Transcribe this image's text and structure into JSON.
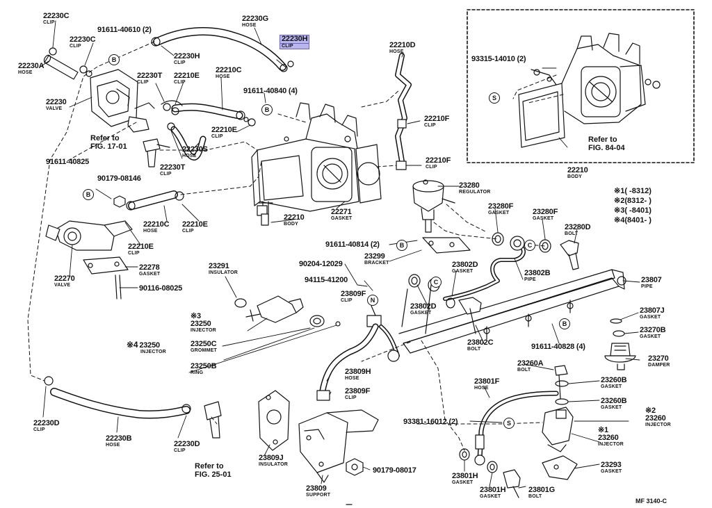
{
  "labels": {
    "l22230C_a": {
      "num": "22230C",
      "sub": "CLIP"
    },
    "l91611_40610": {
      "num": "91611-40610 (2)",
      "sub": ""
    },
    "l22230C_b": {
      "num": "22230C",
      "sub": "CLIP"
    },
    "l22230A": {
      "num": "22230A",
      "sub": "HOSE"
    },
    "l22230G": {
      "num": "22230G",
      "sub": "HOSE"
    },
    "l22230H_a": {
      "num": "22230H",
      "sub": "CLIP"
    },
    "l22230H_b": {
      "num": "22230H",
      "sub": "CLIP"
    },
    "l22230T_a": {
      "num": "22230T",
      "sub": "CLIP"
    },
    "l22210E_a": {
      "num": "22210E",
      "sub": "CLIP"
    },
    "l22210C_a": {
      "num": "22210C",
      "sub": "HOSE"
    },
    "l22230": {
      "num": "22230",
      "sub": "VALVE"
    },
    "l91611_40840": {
      "num": "91611-40840 (4)",
      "sub": ""
    },
    "l22210E_b": {
      "num": "22210E",
      "sub": "CLIP"
    },
    "l22230S": {
      "num": "22230S",
      "sub": "HOSE"
    },
    "l22230T_b": {
      "num": "22230T",
      "sub": "CLIP"
    },
    "l22210D": {
      "num": "22210D",
      "sub": "HOSE"
    },
    "l22210F_a": {
      "num": "22210F",
      "sub": "CLIP"
    },
    "l22210F_b": {
      "num": "22210F",
      "sub": "CLIP"
    },
    "l93315": {
      "num": "93315-14010 (2)",
      "sub": ""
    },
    "l22210_box": {
      "num": "22210",
      "sub": "BODY"
    },
    "l91611_40825": {
      "num": "91611-40825",
      "sub": ""
    },
    "l90179_08146": {
      "num": "90179-08146",
      "sub": ""
    },
    "l22210C_b": {
      "num": "22210C",
      "sub": "HOSE"
    },
    "l22210E_c": {
      "num": "22210E",
      "sub": "CLIP"
    },
    "l22210E_d": {
      "num": "22210E",
      "sub": "CLIP"
    },
    "l22210_body": {
      "num": "22210",
      "sub": "BODY"
    },
    "l22271": {
      "num": "22271",
      "sub": "GASKET"
    },
    "l23280": {
      "num": "23280",
      "sub": "REGULATOR"
    },
    "l23280F_a": {
      "num": "23280F",
      "sub": "GASKET"
    },
    "l23280F_b": {
      "num": "23280F",
      "sub": "GASKET"
    },
    "l23280D": {
      "num": "23280D",
      "sub": "BOLT"
    },
    "l22270": {
      "num": "22270",
      "sub": "VALVE"
    },
    "l22278": {
      "num": "22278",
      "sub": "GASKET"
    },
    "l90116": {
      "num": "90116-08025",
      "sub": ""
    },
    "l23291": {
      "num": "23291",
      "sub": "INSULATOR"
    },
    "l91611_40814": {
      "num": "91611-40814 (2)",
      "sub": ""
    },
    "l23299": {
      "num": "23299",
      "sub": "BRACKET"
    },
    "l90204": {
      "num": "90204-12029",
      "sub": ""
    },
    "l23802D_a": {
      "num": "23802D",
      "sub": "GASKET"
    },
    "l23802B": {
      "num": "23802B",
      "sub": "PIPE"
    },
    "l94115": {
      "num": "94115-41200",
      "sub": ""
    },
    "l23807": {
      "num": "23807",
      "sub": "PIPE"
    },
    "l23809F_a": {
      "num": "23809F",
      "sub": "CLIP"
    },
    "l23802D_b": {
      "num": "23802D",
      "sub": "GASKET"
    },
    "l23807J": {
      "num": "23807J",
      "sub": "GASKET"
    },
    "l23250_3": {
      "num": "23250",
      "sub": "INJECTOR"
    },
    "l23270B": {
      "num": "23270B",
      "sub": "GASKET"
    },
    "l23802C": {
      "num": "23802C",
      "sub": "BOLT"
    },
    "l91611_40828": {
      "num": "91611-40828 (4)",
      "sub": ""
    },
    "l23250_4": {
      "num": "23250",
      "sub": "INJECTOR"
    },
    "l23250C": {
      "num": "23250C",
      "sub": "GROMMET"
    },
    "l23270": {
      "num": "23270",
      "sub": "DAMPER"
    },
    "l23250B": {
      "num": "23250B",
      "sub": "RING"
    },
    "l23260A": {
      "num": "23260A",
      "sub": "BOLT"
    },
    "l23809H": {
      "num": "23809H",
      "sub": "HOSE"
    },
    "l23260B_a": {
      "num": "23260B",
      "sub": "GASKET"
    },
    "l23801F": {
      "num": "23801F",
      "sub": "HOSE"
    },
    "l23809F_b": {
      "num": "23809F",
      "sub": "CLIP"
    },
    "l23260B_b": {
      "num": "23260B",
      "sub": "GASKET"
    },
    "l22230D_a": {
      "num": "22230D",
      "sub": "CLIP"
    },
    "l23260_2": {
      "num": "23260",
      "sub": "INJECTOR"
    },
    "l22230B": {
      "num": "22230B",
      "sub": "HOSE"
    },
    "l22230D_b": {
      "num": "22230D",
      "sub": "CLIP"
    },
    "l93381": {
      "num": "93381-16012 (2)",
      "sub": ""
    },
    "l23260_1": {
      "num": "23260",
      "sub": "INJECTOR"
    },
    "l23809J": {
      "num": "23809J",
      "sub": "INSULATOR"
    },
    "l90179_08017": {
      "num": "90179-08017",
      "sub": ""
    },
    "l23801H_a": {
      "num": "23801H",
      "sub": "GASKET"
    },
    "l23293": {
      "num": "23293",
      "sub": "GASKET"
    },
    "l23809": {
      "num": "23809",
      "sub": "SUPPORT"
    },
    "l23801H_b": {
      "num": "23801H",
      "sub": "GASKET"
    },
    "l23801G": {
      "num": "23801G",
      "sub": "BOLT"
    }
  },
  "marks": {
    "m3": "※3",
    "m4": "※4",
    "m2": "※2",
    "m1": "※1"
  },
  "refs": {
    "fig17": {
      "line1": "Refer to",
      "line2": "FIG. 17-01"
    },
    "fig84": {
      "line1": "Refer to",
      "line2": "FIG. 84-04"
    },
    "fig25": {
      "line1": "Refer to",
      "line2": "FIG. 25-01"
    }
  },
  "callouts": {
    "B": "B",
    "S": "S",
    "C": "C",
    "N": "N"
  },
  "legend": {
    "row1": "※1(      -8312)",
    "row2": "※2(8312-        )",
    "row3": "※3(      -8401)",
    "row4": "※4(8401-        )"
  },
  "catalog_code": "MF  3140-C",
  "highlight_color": "#b9b6ee"
}
